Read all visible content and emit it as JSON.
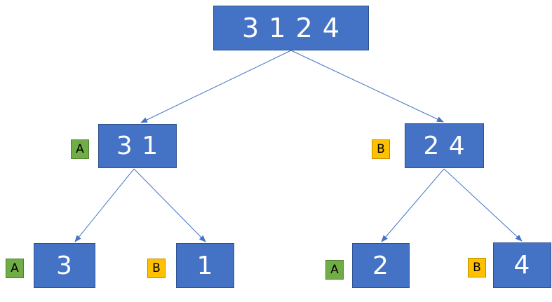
{
  "tree": {
    "root": {
      "label": "3 1 2 4"
    },
    "left": {
      "label": "3 1",
      "tag": "A"
    },
    "right": {
      "label": "2 4",
      "tag": "B"
    },
    "leaves": [
      {
        "label": "3",
        "tag": "A"
      },
      {
        "label": "1",
        "tag": "B"
      },
      {
        "label": "2",
        "tag": "A"
      },
      {
        "label": "4",
        "tag": "B"
      }
    ]
  },
  "colors": {
    "node_fill": "#4472c4",
    "node_border": "#2f528f",
    "node_text": "#ffffff",
    "tag_a_fill": "#70ad47",
    "tag_b_fill": "#ffc000",
    "edge": "#4472c4"
  }
}
